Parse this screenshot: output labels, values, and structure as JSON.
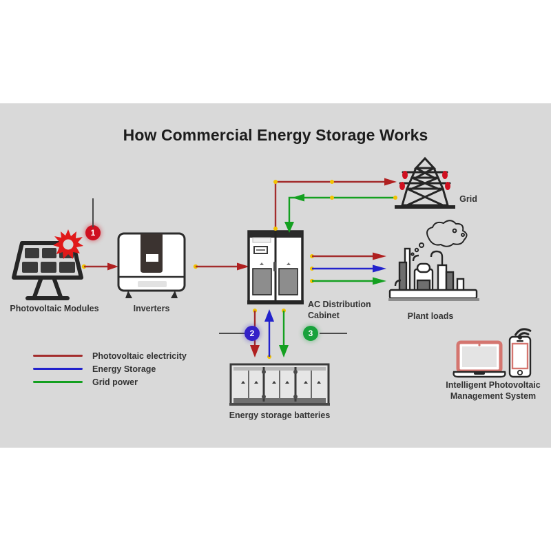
{
  "title": "How Commercial Energy Storage Works",
  "theme": {
    "panel_bg": "#d9d9d9",
    "page_bg": "#ffffff",
    "pv_red": "#a32c2c",
    "storage_blue": "#2222cc",
    "grid_green": "#14a020",
    "ink": "#262626",
    "node_dot": "#f2c200"
  },
  "nodes": {
    "pv": {
      "label": "Photovoltaic Modules",
      "icon": "solar-panel-icon"
    },
    "inverter": {
      "label": "Inverters",
      "icon": "inverter-icon"
    },
    "cabinet": {
      "label": "AC Distribution\nCabinet",
      "label_line1": "AC Distribution",
      "label_line2": "Cabinet",
      "icon": "distribution-cabinet-icon"
    },
    "grid": {
      "label": "Grid",
      "icon": "transmission-tower-icon"
    },
    "plant": {
      "label": "Plant loads",
      "icon": "factory-icon"
    },
    "batteries": {
      "label": "Energy storage batteries",
      "icon": "battery-container-icon"
    },
    "management": {
      "label": "Intelligent Photovoltaic\nManagement System",
      "label_line1": "Intelligent Photovoltaic",
      "label_line2": "Management System",
      "icon": "laptop-phone-wifi-icon"
    }
  },
  "badges": [
    {
      "number": "1",
      "color": "#cf1020"
    },
    {
      "number": "2",
      "color": "#3321c8"
    },
    {
      "number": "3",
      "color": "#19a23c"
    }
  ],
  "legend": [
    {
      "label": "Photovoltaic electricity",
      "color": "#a32c2c"
    },
    {
      "label": "Energy Storage",
      "color": "#2222cc"
    },
    {
      "label": "Grid power",
      "color": "#14a020"
    }
  ],
  "chart_data": {
    "type": "diagram",
    "title": "How Commercial Energy Storage Works",
    "nodes": [
      "Photovoltaic Modules",
      "Inverters",
      "AC Distribution Cabinet",
      "Grid",
      "Plant loads",
      "Energy storage batteries",
      "Intelligent Photovoltaic Management System"
    ],
    "flows": [
      {
        "from": "Photovoltaic Modules",
        "to": "Inverters",
        "type": "Photovoltaic electricity",
        "color": "#a32c2c"
      },
      {
        "from": "Inverters",
        "to": "AC Distribution Cabinet",
        "type": "Photovoltaic electricity",
        "color": "#a32c2c"
      },
      {
        "from": "AC Distribution Cabinet",
        "to": "Grid",
        "type": "Photovoltaic electricity",
        "color": "#a32c2c"
      },
      {
        "from": "Grid",
        "to": "AC Distribution Cabinet",
        "type": "Grid power",
        "color": "#14a020"
      },
      {
        "from": "AC Distribution Cabinet",
        "to": "Plant loads",
        "type": "Photovoltaic electricity",
        "color": "#a32c2c"
      },
      {
        "from": "AC Distribution Cabinet",
        "to": "Plant loads",
        "type": "Energy Storage",
        "color": "#2222cc"
      },
      {
        "from": "AC Distribution Cabinet",
        "to": "Plant loads",
        "type": "Grid power",
        "color": "#14a020"
      },
      {
        "from": "AC Distribution Cabinet",
        "to": "Energy storage batteries",
        "type": "Photovoltaic electricity",
        "color": "#a32c2c"
      },
      {
        "from": "Energy storage batteries",
        "to": "AC Distribution Cabinet",
        "type": "Energy Storage",
        "color": "#2222cc"
      },
      {
        "from": "AC Distribution Cabinet",
        "to": "Energy storage batteries",
        "type": "Grid power",
        "color": "#14a020"
      }
    ]
  }
}
